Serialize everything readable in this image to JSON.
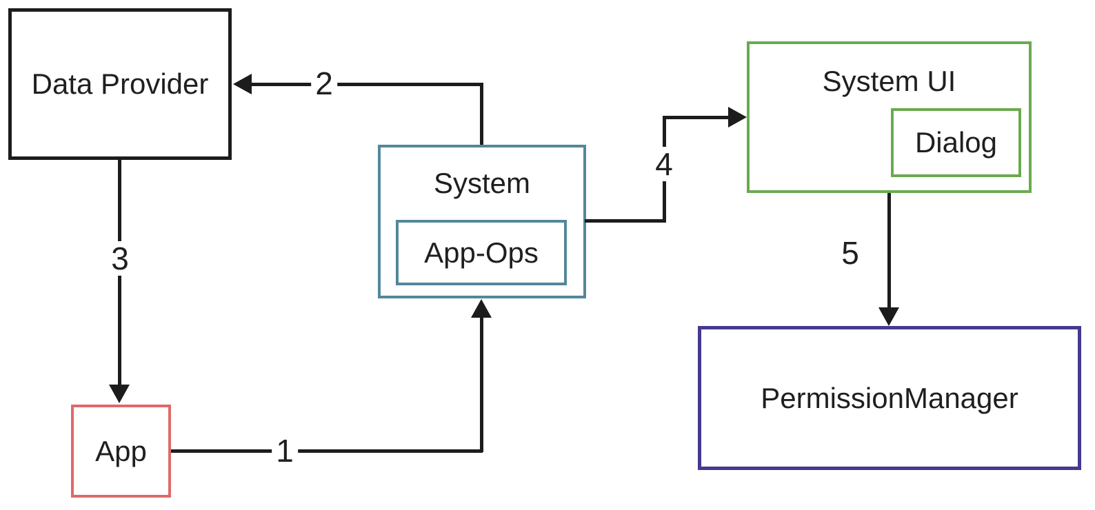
{
  "diagram": {
    "nodes": {
      "data_provider": {
        "label": "Data Provider"
      },
      "app": {
        "label": "App"
      },
      "system": {
        "label": "System"
      },
      "app_ops": {
        "label": "App-Ops"
      },
      "system_ui": {
        "label": "System UI"
      },
      "dialog": {
        "label": "Dialog"
      },
      "permission_manager": {
        "label": "PermissionManager"
      }
    },
    "edges": {
      "e1": {
        "label": "1",
        "from": "App",
        "to": "System"
      },
      "e2": {
        "label": "2",
        "from": "System",
        "to": "Data Provider"
      },
      "e3": {
        "label": "3",
        "from": "Data Provider",
        "to": "App"
      },
      "e4": {
        "label": "4",
        "from": "System",
        "to": "System UI"
      },
      "e5": {
        "label": "5",
        "from": "System UI",
        "to": "PermissionManager"
      }
    },
    "colors": {
      "box_black": "#1c1c1c",
      "box_red": "#dd6a6a",
      "box_teal": "#52889a",
      "box_green": "#6aaa4f",
      "box_purple": "#443a8f",
      "line": "#1c1c1c"
    }
  }
}
